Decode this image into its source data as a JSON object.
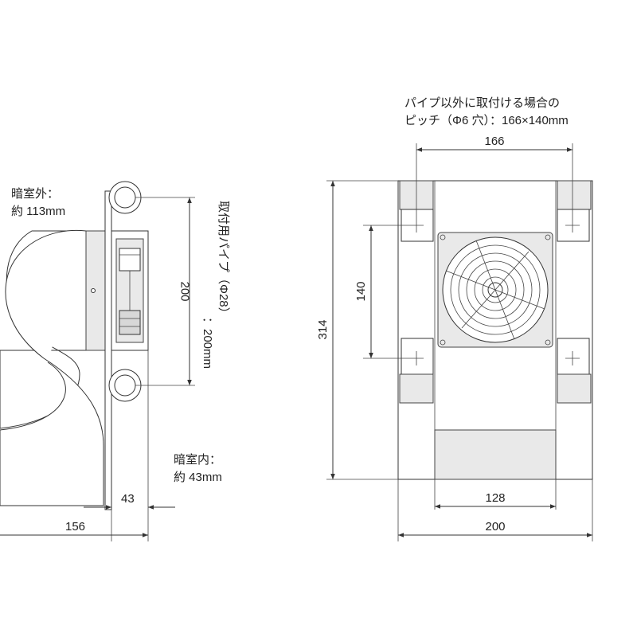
{
  "side_view": {
    "outer_label_line1": "暗室外：",
    "outer_label_line2": "約 113mm",
    "pipe_label_line1": "取付用パイプ（Φ28）",
    "pipe_label_line2": "：200mm",
    "inner_label_line1": "暗室内：",
    "inner_label_line2": "約 43mm",
    "dim_pipe": "200",
    "dim_inner": "43",
    "dim_total": "156"
  },
  "front_view": {
    "pitch_note_line1": "パイプ以外に取付ける場合の",
    "pitch_note_line2": "ピッチ（Φ6 穴）：166×140mm",
    "dim_pitch_w": "166",
    "dim_pitch_h": "140",
    "dim_height": "314",
    "dim_duct_w": "128",
    "dim_width": "200"
  },
  "colors": {
    "line": "#333333",
    "fill_light": "#e9e9e9"
  }
}
